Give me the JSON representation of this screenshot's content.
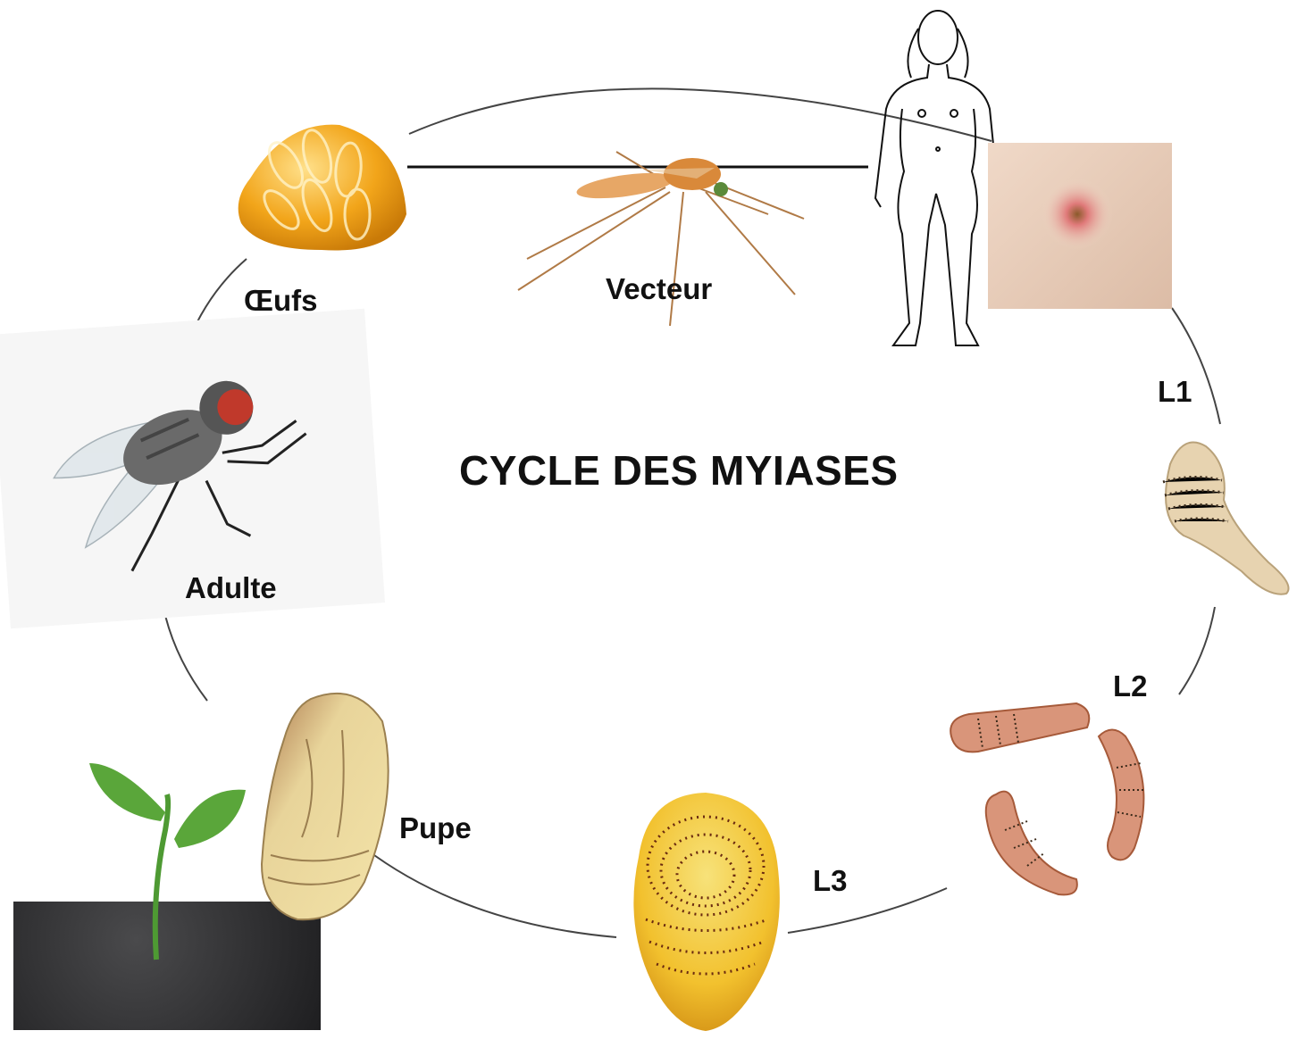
{
  "diagram": {
    "title": "CYCLE DES MYIASES",
    "stages": {
      "eggs": "Œufs",
      "vector": "Vecteur",
      "l1": "L1",
      "l2": "L2",
      "l3": "L3",
      "pupa": "Pupe",
      "adult": "Adulte"
    },
    "colors": {
      "cycle_line": "#444444",
      "egg": "#f2a51a",
      "mosquito": "#d9893a",
      "skin": "#e6c5b0",
      "larva_pale": "#e7d3b0",
      "larva_pink": "#d9957a",
      "larva_yellow": "#f2c12e",
      "pupa": "#e8d49a",
      "soil": "#2e2e30",
      "sprout": "#5aa63a",
      "fly_body": "#555555",
      "fly_eye": "#c0392b"
    }
  }
}
